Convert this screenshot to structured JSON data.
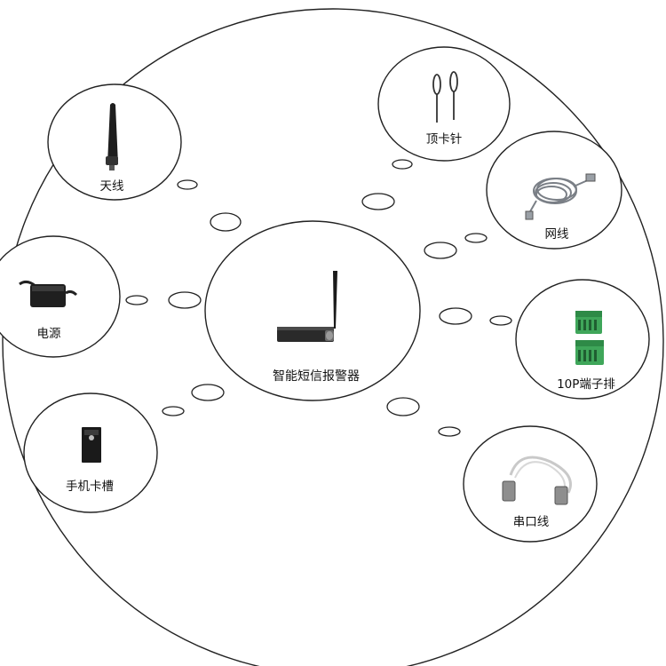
{
  "diagram": {
    "center_label": "智能短信报警器",
    "nodes": [
      {
        "id": "antenna",
        "label": "天线",
        "icon": "antenna-icon"
      },
      {
        "id": "sim-pin",
        "label": "顶卡针",
        "icon": "sim-eject-pin-icon"
      },
      {
        "id": "network-cable",
        "label": "网线",
        "icon": "network-cable-icon"
      },
      {
        "id": "power",
        "label": "电源",
        "icon": "power-adapter-icon"
      },
      {
        "id": "terminal-block",
        "label": "10P端子排",
        "icon": "terminal-block-icon"
      },
      {
        "id": "sim-slot",
        "label": "手机卡槽",
        "icon": "sim-card-slot-icon"
      },
      {
        "id": "serial-cable",
        "label": "串口线",
        "icon": "serial-cable-icon"
      }
    ]
  }
}
